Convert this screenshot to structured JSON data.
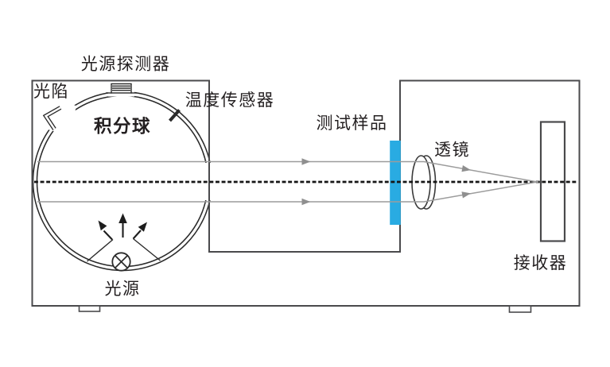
{
  "labels": {
    "source_detector": "光源探测器",
    "light_trap": "光陷",
    "temperature_sensor": "温度传感器",
    "integrating_sphere": "积分球",
    "test_sample": "测试样品",
    "lens": "透镜",
    "receiver": "接收器",
    "light_source": "光源"
  },
  "colors": {
    "sample_blue": "#29ABE2",
    "ray_gray": "#9C9C9C",
    "line_dark": "#2B2B2B",
    "enclosure_gray": "#4A4A4C",
    "text_color": "#231F20",
    "background": "#FFFFFF"
  }
}
